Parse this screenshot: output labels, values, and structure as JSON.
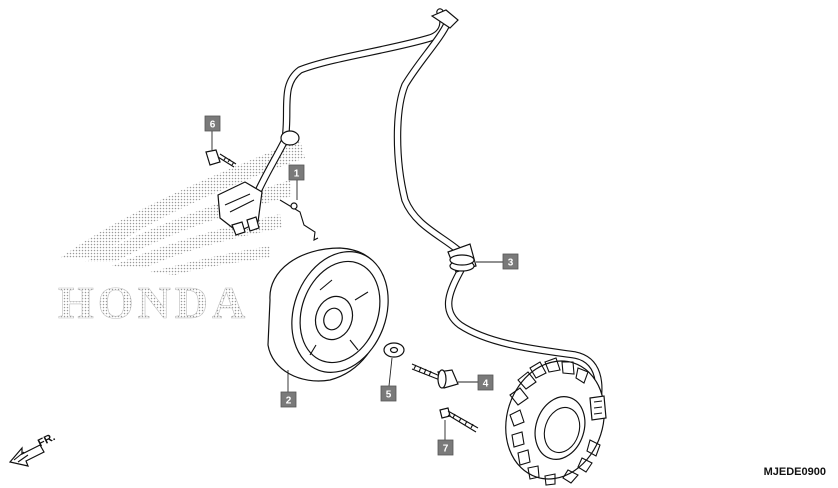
{
  "logo": {
    "text": "HONDA"
  },
  "direction_label": "FR.",
  "reference_code": "MJEDE0900",
  "callouts": [
    {
      "number": "1",
      "part": "clip"
    },
    {
      "number": "2",
      "part": "flywheel"
    },
    {
      "number": "3",
      "part": "grommet"
    },
    {
      "number": "4",
      "part": "flange-bolt"
    },
    {
      "number": "5",
      "part": "washer"
    },
    {
      "number": "6",
      "part": "small-bolt"
    },
    {
      "number": "7",
      "part": "stator-bolt"
    }
  ],
  "colors": {
    "callout_fill": "#7a7a7a",
    "logo_dots": "#9a9a9a",
    "line": "#111111"
  }
}
